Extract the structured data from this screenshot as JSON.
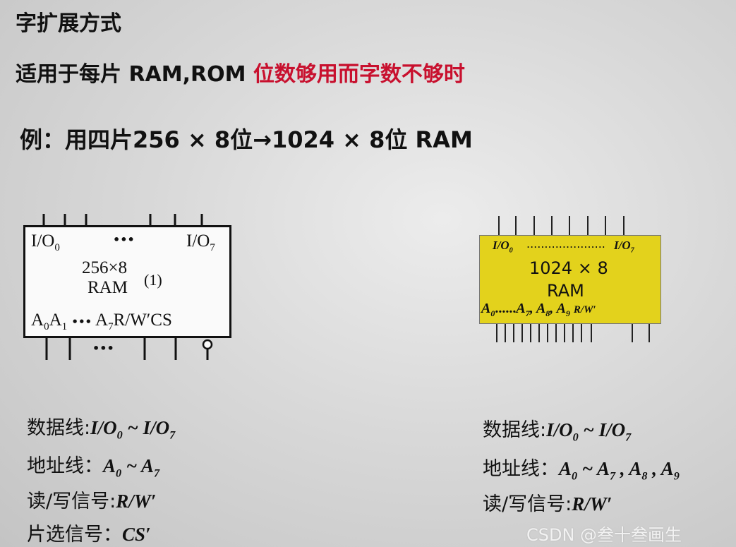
{
  "title": "字扩展方式",
  "subtitle": {
    "prefix": "适用于每片 RAM,ROM ",
    "highlight": "位数够用而字数不够时"
  },
  "example": "例：用四片256 × 8位→1024 × 8位 RAM",
  "left_chip": {
    "io_first": "I/O",
    "io_first_sub": "0",
    "dots": "•••",
    "io_last": "I/O",
    "io_last_sub": "7",
    "size": "256×8",
    "type": "RAM",
    "index": "(1)",
    "addr_a0": "A",
    "addr_a0_sub": "0",
    "addr_a1": "A",
    "addr_a1_sub": "1",
    "addr_dots": "•••",
    "addr_a7": "A",
    "addr_a7_sub": "7",
    "rw": "R/W′",
    "cs": "CS",
    "bottom_dots": "•••"
  },
  "right_chip": {
    "io_first": "I/O",
    "io_first_sub": "0",
    "io_dots": "......................",
    "io_last": "I/O",
    "io_last_sub": "7",
    "size": "1024 × 8",
    "type": "RAM",
    "a0": "A",
    "a0_sub": "0",
    "a_dots": "......",
    "a7": "A",
    "a7_sub": "7",
    "a8": "A",
    "a8_sub": "8",
    "a9": "A",
    "a9_sub": "9",
    "rw": "R/W′"
  },
  "left_info": {
    "data_label": "数据线:",
    "data_value": "I/O",
    "data_sub0": "0",
    "data_tilde": " ~ I/O",
    "data_sub7": "7",
    "addr_label": "地址线：",
    "addr_value": "A",
    "addr_sub0": "0",
    "addr_tilde": " ~ A",
    "addr_sub7": "7",
    "rw_label": "读/写信号:",
    "rw_value": "R/W′",
    "cs_label": "片选信号：",
    "cs_value": "CS′"
  },
  "right_info": {
    "data_label": "数据线:",
    "data_value": "I/O",
    "data_sub0": "0",
    "data_tilde": " ~ I/O",
    "data_sub7": "7",
    "addr_label": "地址线：",
    "addr_value": "A",
    "addr_sub0": "0",
    "addr_tilde": " ~ A",
    "addr_sub7": "7",
    "addr_comma1": " , A",
    "addr_sub8": "8",
    "addr_comma2": " , A",
    "addr_sub9": "9",
    "rw_label": "读/写信号:",
    "rw_value": "R/W′"
  },
  "watermark": "CSDN @叁十叁画生"
}
